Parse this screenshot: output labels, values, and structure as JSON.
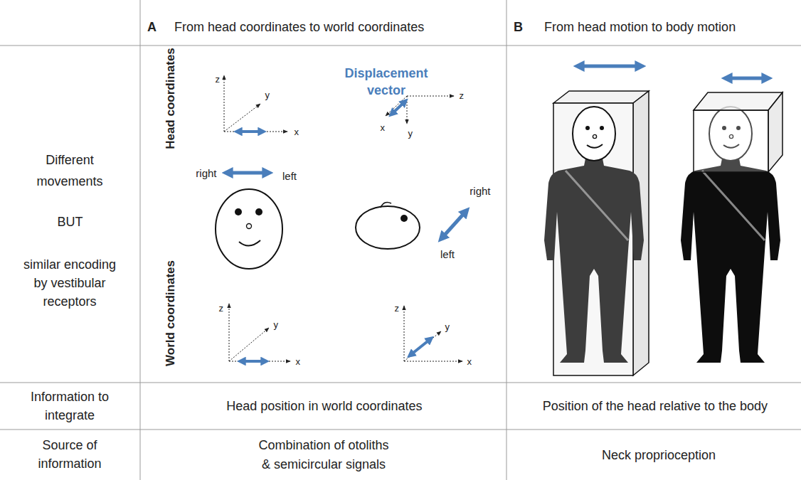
{
  "diagram": {
    "labels": [
      "A",
      "From head coordinates to world coordinates",
      "B",
      "From head motion to body motion",
      "Different movements",
      "BUT",
      "similar encoding by vestibular receptors",
      "Head coordinates",
      "z",
      "y",
      "x",
      "Displacement vector",
      "z",
      "x",
      "y",
      "right",
      "left",
      "right",
      "left",
      "World coordinates",
      "z",
      "y",
      "x",
      "z",
      "y",
      "x",
      "Information to integrate",
      "Head position in world coordinates",
      "Position of the head relative to the body",
      "Source of information",
      "Combination of otoliths & semicircular signals",
      "Neck proprioception"
    ]
  }
}
